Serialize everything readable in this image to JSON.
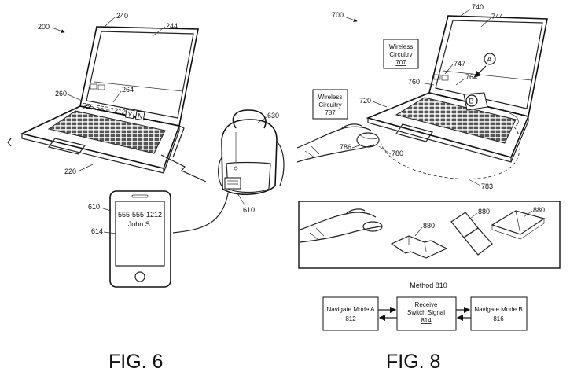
{
  "fig6": {
    "caption": "FIG. 6",
    "refs": {
      "r200": "200",
      "r240": "240",
      "r244": "244",
      "r260": "260",
      "r264": "264",
      "r220": "220",
      "r610a": "610",
      "r614": "614",
      "r630": "630",
      "r610b": "610"
    },
    "laptop_display_text": "555-555-1212",
    "laptop_icon_y": "Y",
    "laptop_icon_n": "N",
    "phone_number": "555-555-1212",
    "phone_name": "John S."
  },
  "fig8": {
    "caption": "FIG. 8",
    "refs": {
      "r700": "700",
      "r740": "740",
      "r744": "744",
      "r747": "747",
      "r764": "764",
      "r760": "760",
      "r720": "720",
      "r786": "786",
      "r780": "780",
      "r783": "783",
      "r880a": "880",
      "r880b": "880",
      "r880c": "880"
    },
    "marker_a": "A",
    "marker_b": "B",
    "wireless_left": {
      "line1": "Wireless",
      "line2": "Circuitry",
      "ref": "787"
    },
    "wireless_right": {
      "line1": "Wireless",
      "line2": "Circuitry",
      "ref": "707"
    },
    "method": {
      "label": "Method",
      "ref": "810"
    },
    "flow": [
      {
        "line1": "Navigate Mode A",
        "line2": "",
        "ref": "812"
      },
      {
        "line1": "Receive",
        "line2": "Switch Signal",
        "ref": "814"
      },
      {
        "line1": "Navigate Mode B",
        "line2": "",
        "ref": "816"
      }
    ]
  }
}
